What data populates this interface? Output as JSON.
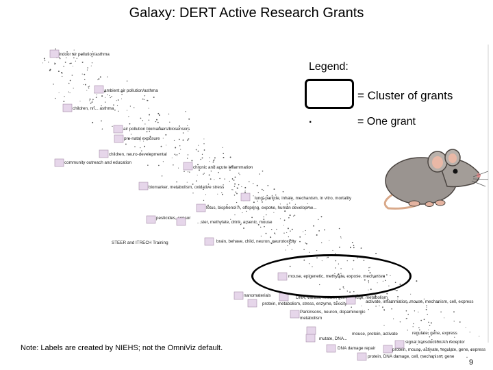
{
  "title": "Galaxy: DERT Active Research Grants",
  "legend": {
    "heading": "Legend:",
    "cluster_text": "= Cluster of grants",
    "grant_symbol": "·",
    "grant_text": "= One grant"
  },
  "note": "Note: Labels are created by NIEHS; not the OmniViz default.",
  "page_number": "9",
  "clusters": [
    "indoor air pollution/asthma",
    "ambient air pollution/asthma",
    "children, nn... asthma",
    "air pollution biomarkers/biosensors",
    "pre-natal exposure",
    "children, neuro-developmental",
    "community outreach and education",
    "chronic and acute inflammation",
    "biomarker, metabolism, oxidative stress",
    "lung, particle, inhale, mechanism, in vitro, mortality",
    "fetus, bisphenol A, offspring, expose, human developme...",
    "pesticides, sensor",
    "...ster, methylate, drink, arsenic, mouse",
    "STEER and ITRECH Training",
    "brain, behave, child, neuron, neurotoxicity",
    "mouse, epigenetic, methylate, expose, mechanism",
    "nanomaterials",
    "DNA, variant, mutate, gene, mouse, metabolism",
    "protein, metabolism, stress, enzyme, toxicity",
    "activate, inflammation, mouse, mechanism, cell, express",
    "Parkinsons, neuron, dopaminergic",
    "metabolism",
    "mouse, protein, activate",
    "mutate, DNA...",
    "regulate, gene, express",
    "signal transduction/Ah receptor",
    "DNA damage repair",
    "protein, mouse, activate, regulate, gene, express",
    "protein, DNA damage, cell, mechanism, gene"
  ]
}
